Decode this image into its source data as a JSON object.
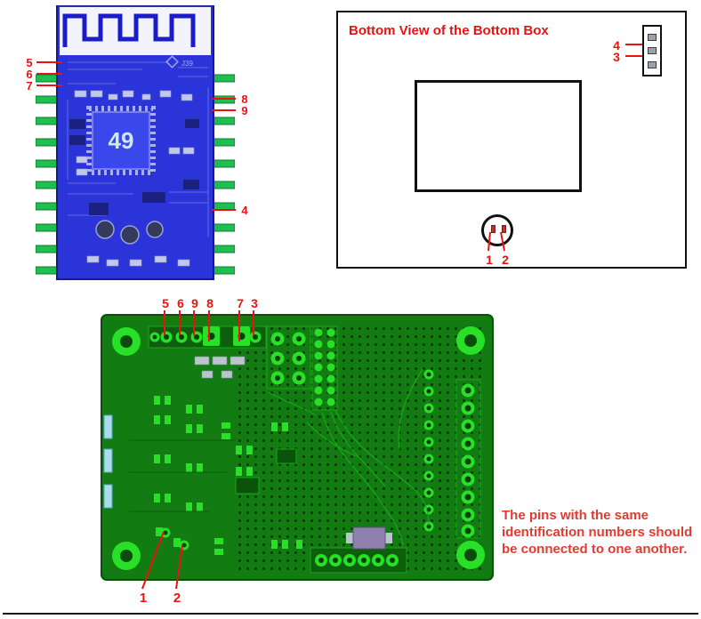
{
  "colors": {
    "annotation_red": "#ee1111",
    "note_red": "#e23b32",
    "module_blue": "#2b34d8",
    "module_pin_green": "#1dbf4e",
    "pcb_green": "#127c12",
    "pad_bright_green": "#29e029"
  },
  "module": {
    "chip_label": "49",
    "ref_label": "J39",
    "left_pin_labels": [
      "5",
      "6",
      "7"
    ],
    "right_pin_labels": [
      "8",
      "9"
    ],
    "right_lower_pin_label": "4"
  },
  "bottom_box": {
    "title": "Bottom View of the Bottom Box",
    "connector_pin_labels": [
      "4",
      "3"
    ],
    "socket_pin_labels": [
      "1",
      "2"
    ]
  },
  "pcb": {
    "top_pin_labels": [
      "5",
      "6",
      "9",
      "8",
      "7",
      "3"
    ],
    "bottom_pin_labels": [
      "1",
      "2"
    ]
  },
  "note_text": "The pins with the same identification numbers should be connected to one another."
}
